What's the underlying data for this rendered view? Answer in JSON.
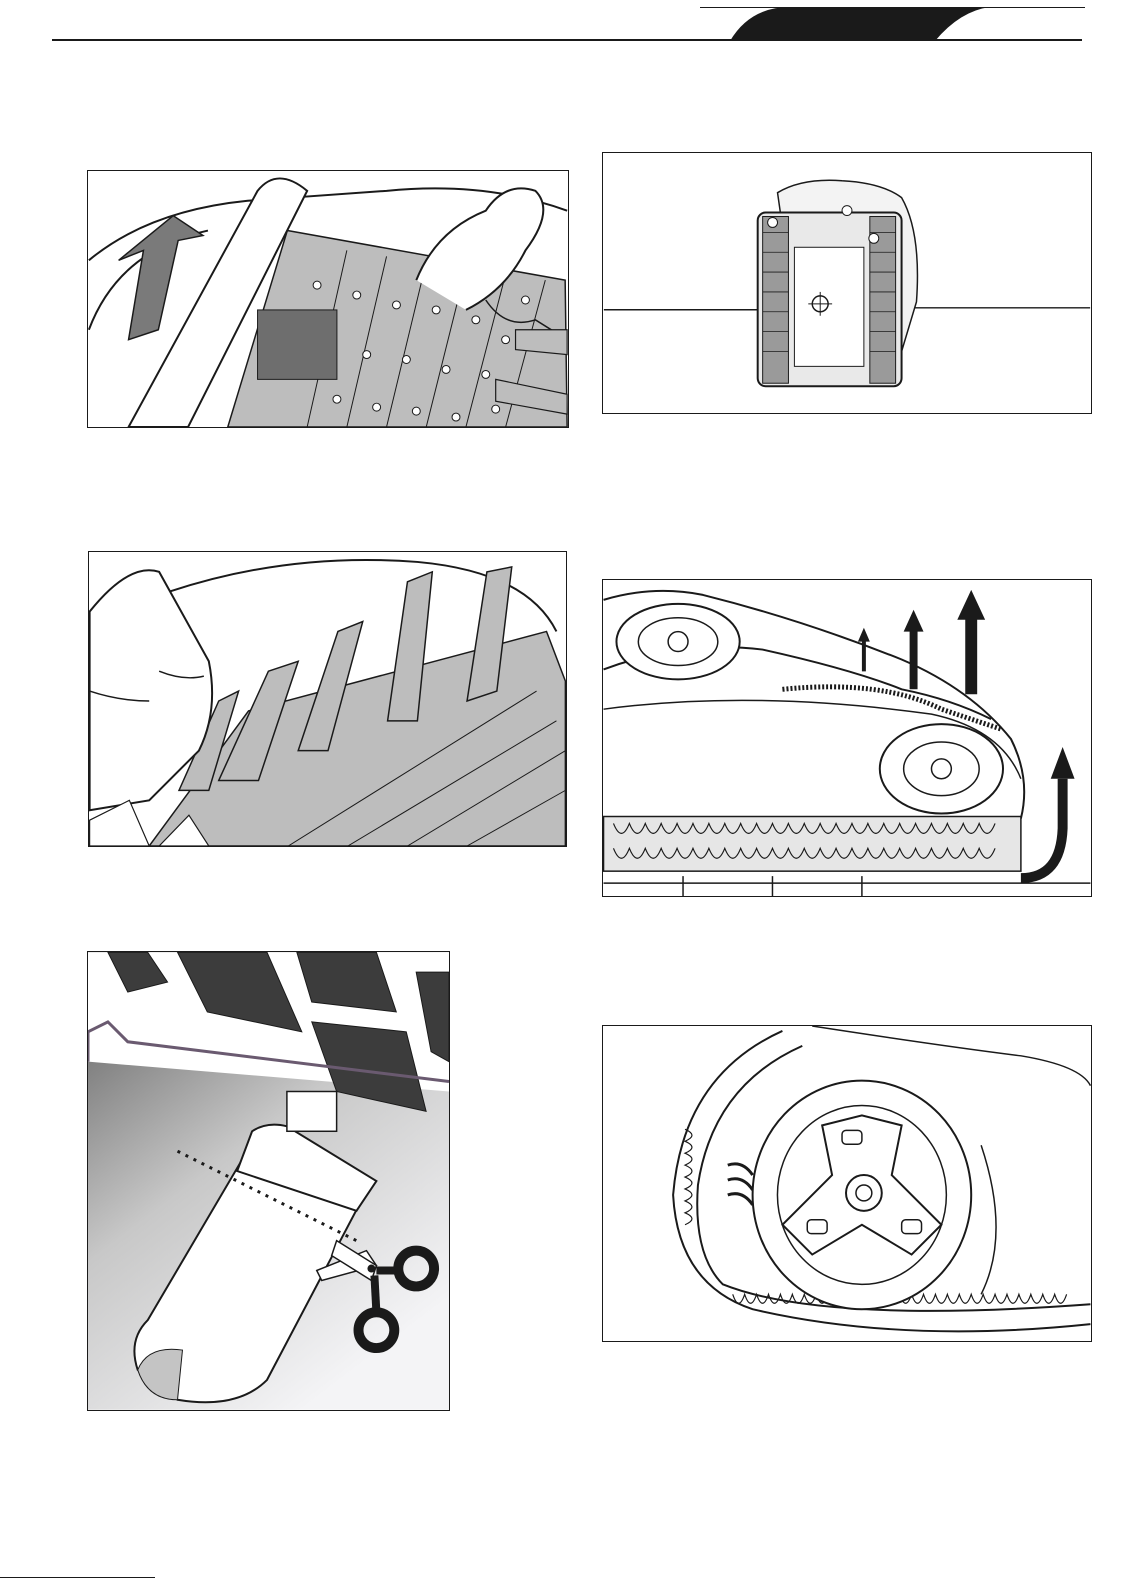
{
  "page": {
    "background": "#ffffff",
    "line_color": "#1a1a1a",
    "accent_gray": "#8c8c8c"
  },
  "figures": [
    {
      "id": "fig1",
      "description_icon": "filter-panel-removal"
    },
    {
      "id": "fig2",
      "description_icon": "robot-top-view"
    },
    {
      "id": "fig3",
      "description_icon": "brush-fins-install"
    },
    {
      "id": "fig4",
      "description_icon": "track-removal-arrows"
    },
    {
      "id": "fig5",
      "description_icon": "brush-trim-scissors"
    },
    {
      "id": "fig6",
      "description_icon": "track-wheel-install"
    }
  ],
  "footer": {
    "text": ""
  }
}
